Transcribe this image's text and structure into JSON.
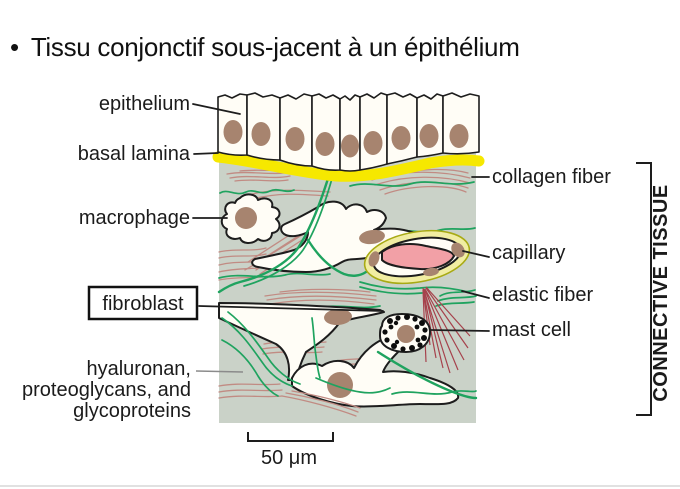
{
  "title": {
    "bullet": "•",
    "text": "Tissu conjonctif sous-jacent à un épithélium"
  },
  "labels": {
    "epithelium": "epithelium",
    "basal_lamina": "basal lamina",
    "macrophage": "macrophage",
    "fibroblast": "fibroblast",
    "hyaluronan_lines": [
      "hyaluronan,",
      "proteoglycans, and",
      "glycoproteins"
    ],
    "collagen_fiber": "collagen fiber",
    "capillary": "capillary",
    "elastic_fiber": "elastic fiber",
    "mast_cell": "mast cell",
    "connective_tissue": "CONNECTIVE TISSUE",
    "scale_bar": "50 μm"
  },
  "colors": {
    "matrix": "#cad2c8",
    "lamina": "#f6e800",
    "nucleus": "#a7846f",
    "collagen": "#c18b83",
    "elastic": "#1fa35f",
    "fan": "#a6424c",
    "lumen": "#f2a0a6",
    "sheath": "#f1eda2",
    "sheath_stroke": "#a8aa14"
  }
}
